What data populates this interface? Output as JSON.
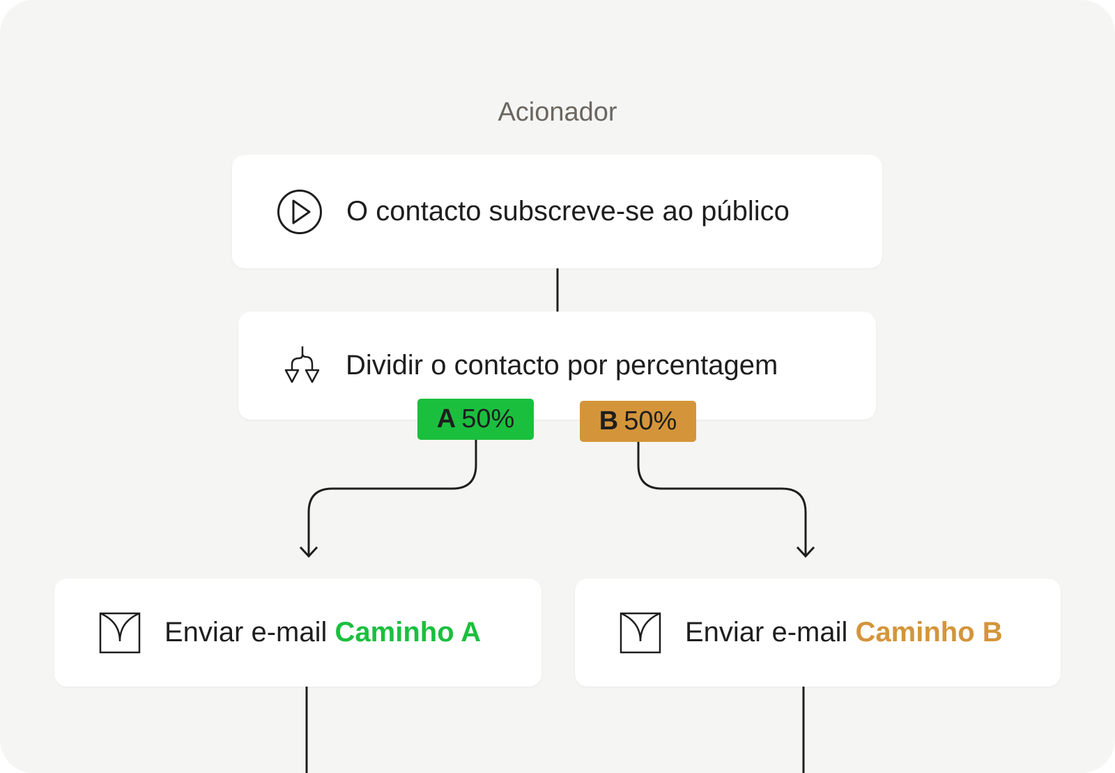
{
  "trigger_heading": "Acionador",
  "trigger": {
    "icon": "play-circle-icon",
    "text": "O contacto subscreve-se ao público"
  },
  "split": {
    "icon": "split-arrows-icon",
    "text": "Dividir o contacto por percentagem"
  },
  "badges": {
    "a": {
      "letter": "A",
      "percent": "50%",
      "color": "#1bbf3e"
    },
    "b": {
      "letter": "B",
      "percent": "50%",
      "color": "#d4953a"
    }
  },
  "actions": {
    "a": {
      "icon": "envelope-icon",
      "prefix": "Enviar e-mail",
      "path": "Caminho A",
      "path_color": "#1bbf3e"
    },
    "b": {
      "icon": "envelope-icon",
      "prefix": "Enviar e-mail",
      "path": "Caminho B",
      "path_color": "#d4953a"
    }
  }
}
